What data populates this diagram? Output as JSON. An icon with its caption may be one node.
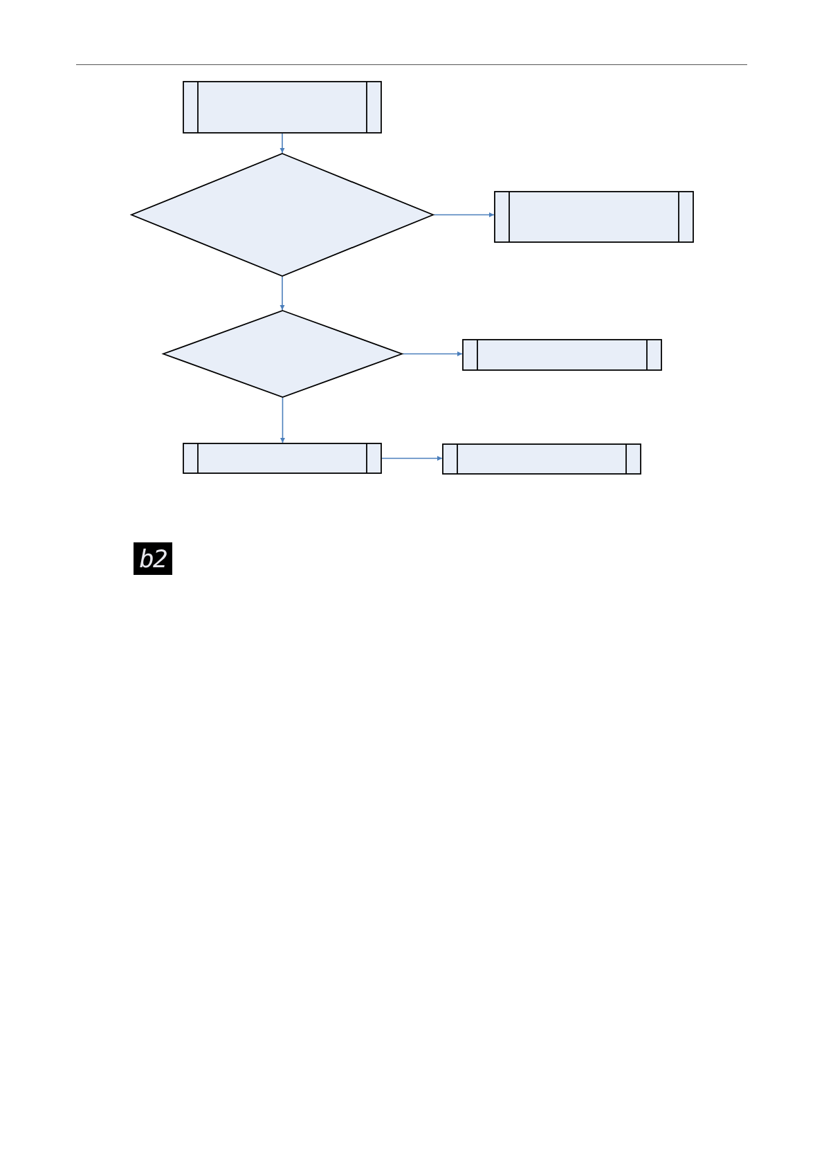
{
  "diagram": {
    "nodes": [
      {
        "text": [],
        "shape": "box"
      },
      {
        "text": [],
        "shape": "diamond"
      },
      {
        "text": [],
        "shape": "box"
      },
      {
        "text": [],
        "shape": "diamond"
      },
      {
        "text": [],
        "shape": "box"
      },
      {
        "text": [],
        "shape": "box"
      },
      {
        "text": [],
        "shape": "box"
      }
    ],
    "edges": [
      {
        "from": 0,
        "to": 1,
        "arrow": "to"
      },
      {
        "from": 1,
        "to": 2,
        "arrow": "to"
      },
      {
        "from": 1,
        "to": 3,
        "arrow": "to"
      },
      {
        "from": 3,
        "to": 4,
        "arrow": "to"
      },
      {
        "from": 3,
        "to": 5,
        "arrow": "to"
      },
      {
        "from": 5,
        "to": 6,
        "arrow": "to"
      }
    ],
    "labels": [
      "b2"
    ]
  }
}
